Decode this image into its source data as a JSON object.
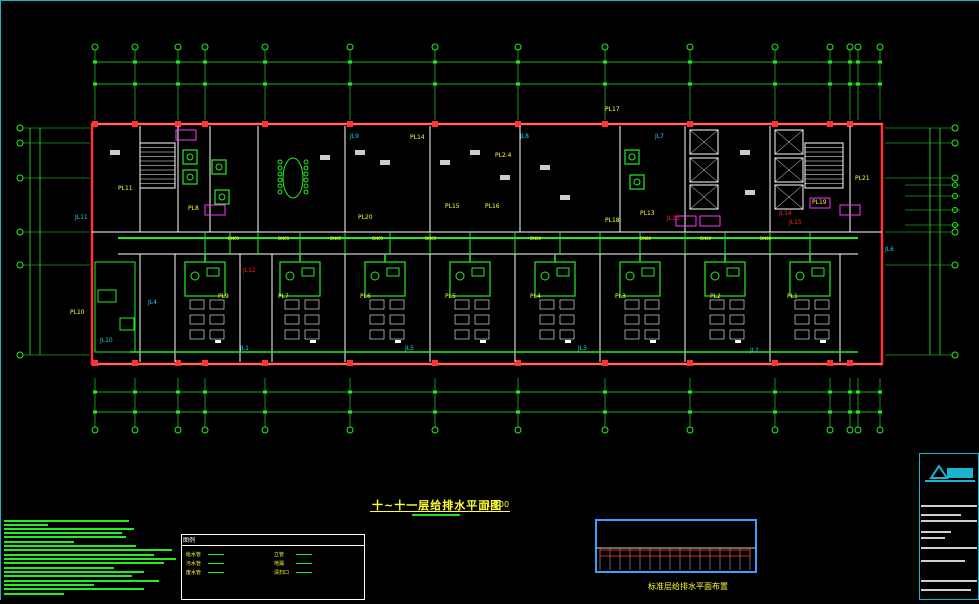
{
  "drawing": {
    "title": "十~十一层给排水平面图",
    "scale": "1:100",
    "key_plan_caption": "标准层给排水平面布置",
    "legend_header": "图例"
  },
  "colors": {
    "background": "#000000",
    "axis": "#22ee22",
    "wall": "#ff3333",
    "partition": "#ffffff",
    "pipe_green": "#22ee22",
    "label_yellow": "#ffff33",
    "label_cyan": "#19d0e8",
    "label_red": "#ff2222",
    "fixture_magenta": "#ff33ff",
    "frame": "#19b4d0"
  },
  "pipe_tags": {
    "yellow": [
      "PL14",
      "PL17",
      "PL2.4",
      "PL15",
      "PL16",
      "PL20",
      "PL13",
      "PL18",
      "PL11",
      "PL10",
      "PL19",
      "PL7",
      "PL6",
      "PL5",
      "PL4",
      "PL3",
      "PL2",
      "PL1",
      "PL8",
      "PL9",
      "PL21"
    ],
    "cyan": [
      "JL11",
      "JL9",
      "JL8",
      "JL7",
      "JL6",
      "JL5",
      "JL3",
      "JL2",
      "JL1",
      "JL4",
      "JL10"
    ],
    "red": [
      "JL12",
      "JL13",
      "JL14",
      "JL15"
    ]
  },
  "pipe_labels": [
    "DN65",
    "DN65",
    "DN65",
    "DN65",
    "DN65",
    "DN80",
    "DN80",
    "DN80",
    "DN80"
  ],
  "legend_items": [
    "给水管",
    "污水管",
    "废水管",
    "立管",
    "地漏",
    "清扫口"
  ],
  "icons": [
    "axis-bubble-icon",
    "stair-icon",
    "elevator-icon",
    "toilet-icon",
    "washbasin-icon",
    "floor-drain-icon",
    "company-logo-icon"
  ]
}
